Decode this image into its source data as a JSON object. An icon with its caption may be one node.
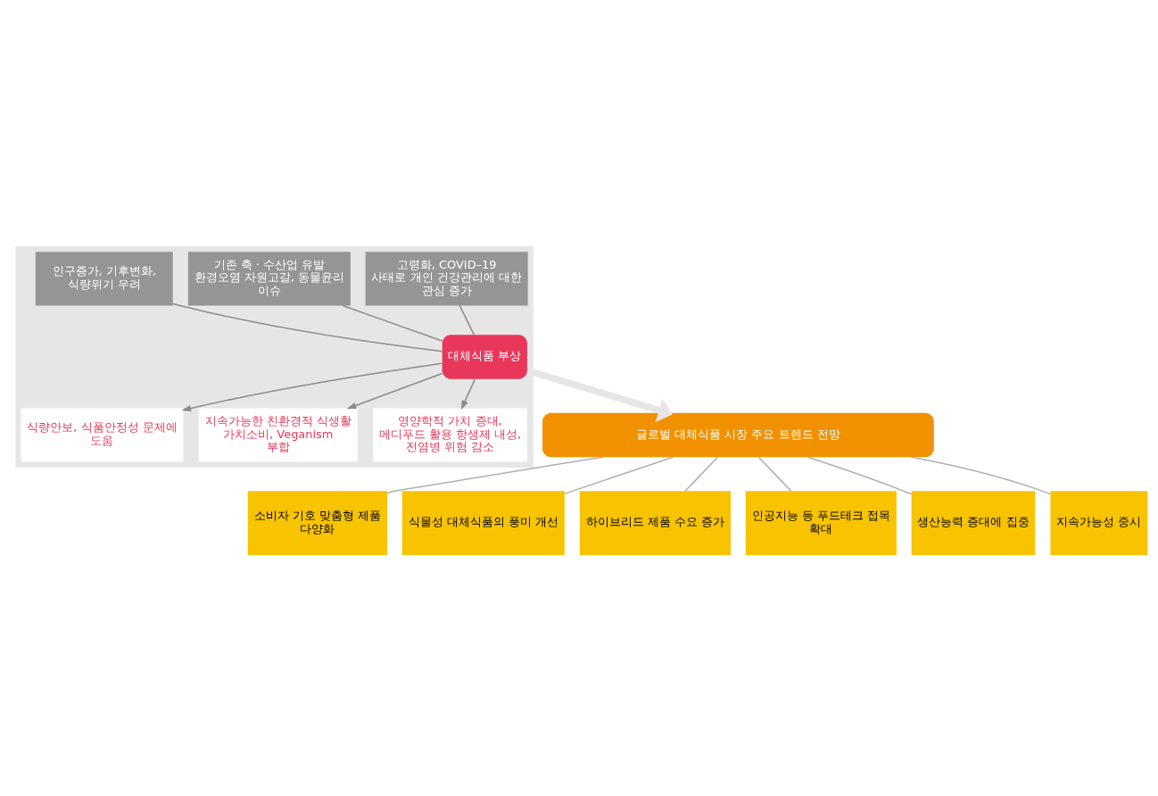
{
  "diagram": {
    "nodes": [
      {
        "text": [],
        "shape": "box"
      },
      {
        "text": [
          "인구증가, 기후변화, 식량위기 우려"
        ],
        "in": 0
      },
      {
        "text": [
          "기존 축 · 수산업 유발 환경오염 자원고갈, 동물윤리 이슈"
        ],
        "in": 0
      },
      {
        "text": [
          "고령화, COVID–19 사태로 개인 건강관리에 대한 관심 증가"
        ],
        "in": 0
      },
      {
        "text": [
          "대체식품 부상"
        ],
        "in": 0
      },
      {
        "text": [
          "식량안보, 식품안정성 문제에 도움"
        ],
        "in": 0
      },
      {
        "text": [
          "지속가능한 친환경적 식생활 가치소비, Veganism 부합"
        ],
        "in": 0
      },
      {
        "text": [
          "영양학적 가치 증대, 메디푸드 활용 항생제 내성, 전염병 위험 감소"
        ],
        "in": 0
      },
      {
        "text": [
          "글로벌 대체식품 시장 주요 트렌드 전망"
        ]
      },
      {
        "text": [
          "소비자 기호 맞춤형 제품 다양화"
        ]
      },
      {
        "text": [
          "식물성 대체식품의 풍미 개선"
        ]
      },
      {
        "text": [
          "하이브리드 제품 수요 증가"
        ]
      },
      {
        "text": [
          "인공지능 등 푸드테크 접목 확대"
        ]
      },
      {
        "text": [
          "생산능력 증대에 집중"
        ]
      },
      {
        "text": [
          "지속가능성 중시"
        ]
      }
    ],
    "edges": [
      {
        "from": 1,
        "to": 4,
        "arrow": "none"
      },
      {
        "from": 2,
        "to": 4,
        "arrow": "none"
      },
      {
        "from": 3,
        "to": 4,
        "arrow": "none"
      },
      {
        "from": 4,
        "to": 5,
        "arrow": "to"
      },
      {
        "from": 4,
        "to": 6,
        "arrow": "to"
      },
      {
        "from": 4,
        "to": 7,
        "arrow": "to"
      },
      {
        "from": 0,
        "to": 8,
        "arrow": "to",
        "style": "thick",
        "color": "#e6e6e6"
      },
      {
        "from": 8,
        "to": 9,
        "arrow": "none",
        "color": "#b0b0b0"
      },
      {
        "from": 8,
        "to": 10,
        "arrow": "none",
        "color": "#b0b0b0"
      },
      {
        "from": 8,
        "to": 11,
        "arrow": "none",
        "color": "#b0b0b0"
      },
      {
        "from": 8,
        "to": 12,
        "arrow": "none",
        "color": "#b0b0b0"
      },
      {
        "from": 8,
        "to": 13,
        "arrow": "none",
        "color": "#b0b0b0"
      },
      {
        "from": 8,
        "to": 14,
        "arrow": "none",
        "color": "#b0b0b0"
      }
    ]
  }
}
